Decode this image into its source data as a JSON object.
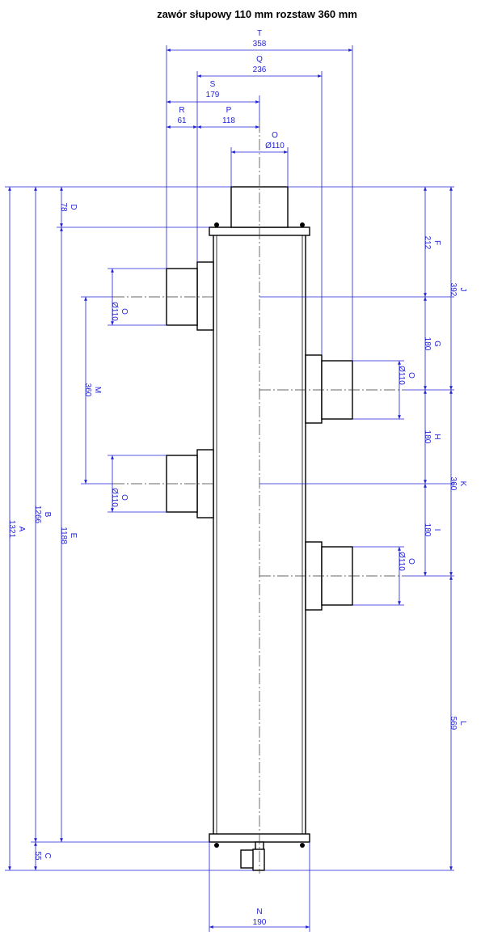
{
  "title": "zawór słupowy 110 mm rozstaw 360 mm",
  "dims": {
    "T": {
      "letter": "T",
      "value": "358"
    },
    "Q": {
      "letter": "Q",
      "value": "236"
    },
    "S": {
      "letter": "S",
      "value": "179"
    },
    "R": {
      "letter": "R",
      "value": "61"
    },
    "P": {
      "letter": "P",
      "value": "118"
    },
    "O_top": {
      "letter": "O",
      "value": "Ø110"
    },
    "O_left1": {
      "letter": "O",
      "value": "Ø110"
    },
    "O_left2": {
      "letter": "O",
      "value": "Ø110"
    },
    "O_right1": {
      "letter": "O",
      "value": "Ø110"
    },
    "O_right2": {
      "letter": "O",
      "value": "Ø110"
    },
    "M": {
      "letter": "M",
      "value": "360"
    },
    "A": {
      "letter": "A",
      "value": "1321"
    },
    "B": {
      "letter": "B",
      "value": "1266"
    },
    "C": {
      "letter": "C",
      "value": "55"
    },
    "D": {
      "letter": "D",
      "value": "78"
    },
    "E": {
      "letter": "E",
      "value": "1188"
    },
    "F": {
      "letter": "F",
      "value": "212"
    },
    "G": {
      "letter": "G",
      "value": "180"
    },
    "H": {
      "letter": "H",
      "value": "180"
    },
    "I": {
      "letter": "I",
      "value": "180"
    },
    "J": {
      "letter": "J",
      "value": "392"
    },
    "K": {
      "letter": "K",
      "value": "360"
    },
    "L": {
      "letter": "L",
      "value": "569"
    },
    "N": {
      "letter": "N",
      "value": "190"
    }
  }
}
